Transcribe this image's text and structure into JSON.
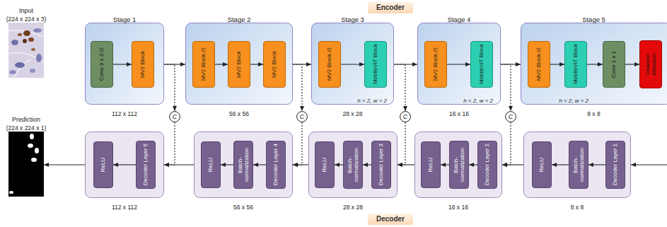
{
  "diagram": {
    "nodes": [
      {
        "text": [
          "Encoder"
        ]
      },
      {
        "text": [
          "Input",
          "(224 x 224 x 3)"
        ]
      },
      {
        "text": [
          "Stage 1",
          "112 x 112"
        ]
      },
      {
        "text": [
          "Conv 3 x 3 /2"
        ],
        "in": 2
      },
      {
        "text": [
          "MV2 Block"
        ],
        "in": 2
      },
      {
        "text": [
          "Stage 2",
          "56 x 56"
        ]
      },
      {
        "text": [
          "MV2 Block /2"
        ],
        "in": 5
      },
      {
        "text": [
          "MV2 Block"
        ],
        "in": 5
      },
      {
        "text": [
          "MV2 Block"
        ],
        "in": 5
      },
      {
        "text": [
          "Stage 3",
          "h = 2, w = 2",
          "28 x 28"
        ]
      },
      {
        "text": [
          "MV2 Block /2"
        ],
        "in": 9
      },
      {
        "text": [
          "MobileViT Block"
        ],
        "in": 9
      },
      {
        "text": [
          "Stage 4",
          "h = 2, w = 2",
          "16 x 16"
        ]
      },
      {
        "text": [
          "MV2 Block /2"
        ],
        "in": 12
      },
      {
        "text": [
          "MobileViT Block"
        ],
        "in": 12
      },
      {
        "text": [
          "Stage 5",
          "h = 2, w = 2",
          "8 x 8"
        ]
      },
      {
        "text": [
          "MV2 Block /2"
        ],
        "in": 15
      },
      {
        "text": [
          "MobileViT Block"
        ],
        "in": 15
      },
      {
        "text": [
          "Conv 1 x 1"
        ],
        "in": 15
      },
      {
        "text": [
          "Channel Attention"
        ],
        "in": 15
      },
      {
        "text": [
          "C"
        ]
      },
      {
        "text": [
          "C"
        ]
      },
      {
        "text": [
          "C"
        ]
      },
      {
        "text": [
          "C"
        ]
      },
      {
        "text": [
          "Prediction",
          "(224 x 224 x 1)"
        ]
      },
      {
        "text": [
          "112 x 112"
        ]
      },
      {
        "text": [
          "ReLU"
        ],
        "in": 25
      },
      {
        "text": [
          "Decoder Layer 5"
        ],
        "in": 25
      },
      {
        "text": [
          "56 x 56"
        ]
      },
      {
        "text": [
          "ReLU"
        ],
        "in": 28
      },
      {
        "text": [
          "Batch-normalization"
        ],
        "in": 28
      },
      {
        "text": [
          "Decoder Layer 4"
        ],
        "in": 28
      },
      {
        "text": [
          "28 x 28"
        ]
      },
      {
        "text": [
          "ReLU"
        ],
        "in": 32
      },
      {
        "text": [
          "Batch-normalization"
        ],
        "in": 32
      },
      {
        "text": [
          "Decoder Layer 3"
        ],
        "in": 32
      },
      {
        "text": [
          "16 x 16"
        ]
      },
      {
        "text": [
          "ReLU"
        ],
        "in": 36
      },
      {
        "text": [
          "Batch-normalization"
        ],
        "in": 36
      },
      {
        "text": [
          "Decoder Layer 2"
        ],
        "in": 36
      },
      {
        "text": [
          "8 x 8"
        ]
      },
      {
        "text": [
          "ReLU"
        ],
        "in": 40
      },
      {
        "text": [
          "Batch-normalization"
        ],
        "in": 40
      },
      {
        "text": [
          "Decoder Layer 1"
        ],
        "in": 40
      },
      {
        "text": [
          "Decoder"
        ]
      }
    ],
    "edges": [
      {
        "from": 3,
        "to": 4,
        "arrow": "to"
      },
      {
        "from": 2,
        "to": 5,
        "arrow": "to"
      },
      {
        "from": 2,
        "to": 20,
        "arrow": "to"
      },
      {
        "from": 6,
        "to": 7,
        "arrow": "to"
      },
      {
        "from": 7,
        "to": 8,
        "arrow": "to"
      },
      {
        "from": 5,
        "to": 9,
        "arrow": "to"
      },
      {
        "from": 5,
        "to": 21,
        "arrow": "to"
      },
      {
        "from": 10,
        "to": 11,
        "arrow": "to"
      },
      {
        "from": 9,
        "to": 12,
        "arrow": "to"
      },
      {
        "from": 9,
        "to": 22,
        "arrow": "to"
      },
      {
        "from": 13,
        "to": 14,
        "arrow": "to"
      },
      {
        "from": 12,
        "to": 15,
        "arrow": "to"
      },
      {
        "from": 12,
        "to": 23,
        "arrow": "to"
      },
      {
        "from": 16,
        "to": 17,
        "arrow": "to"
      },
      {
        "from": 17,
        "to": 18,
        "arrow": "to"
      },
      {
        "from": 18,
        "to": 19,
        "arrow": "to"
      },
      {
        "from": 15,
        "to": 40,
        "arrow": "to"
      },
      {
        "from": 20,
        "to": 25,
        "arrow": "to"
      },
      {
        "from": 21,
        "to": 28,
        "arrow": "to"
      },
      {
        "from": 22,
        "to": 32,
        "arrow": "to"
      },
      {
        "from": 23,
        "to": 36,
        "arrow": "to"
      },
      {
        "from": 43,
        "to": 42,
        "arrow": "to"
      },
      {
        "from": 42,
        "to": 41,
        "arrow": "to"
      },
      {
        "from": 40,
        "to": 36,
        "arrow": "to"
      },
      {
        "from": 39,
        "to": 38,
        "arrow": "to"
      },
      {
        "from": 38,
        "to": 37,
        "arrow": "to"
      },
      {
        "from": 36,
        "to": 32,
        "arrow": "to"
      },
      {
        "from": 35,
        "to": 34,
        "arrow": "to"
      },
      {
        "from": 34,
        "to": 33,
        "arrow": "to"
      },
      {
        "from": 32,
        "to": 28,
        "arrow": "to"
      },
      {
        "from": 31,
        "to": 30,
        "arrow": "to"
      },
      {
        "from": 30,
        "to": 29,
        "arrow": "to"
      },
      {
        "from": 28,
        "to": 25,
        "arrow": "to"
      },
      {
        "from": 27,
        "to": 26,
        "arrow": "to"
      },
      {
        "from": 25,
        "to": 24,
        "arrow": "to"
      }
    ]
  }
}
